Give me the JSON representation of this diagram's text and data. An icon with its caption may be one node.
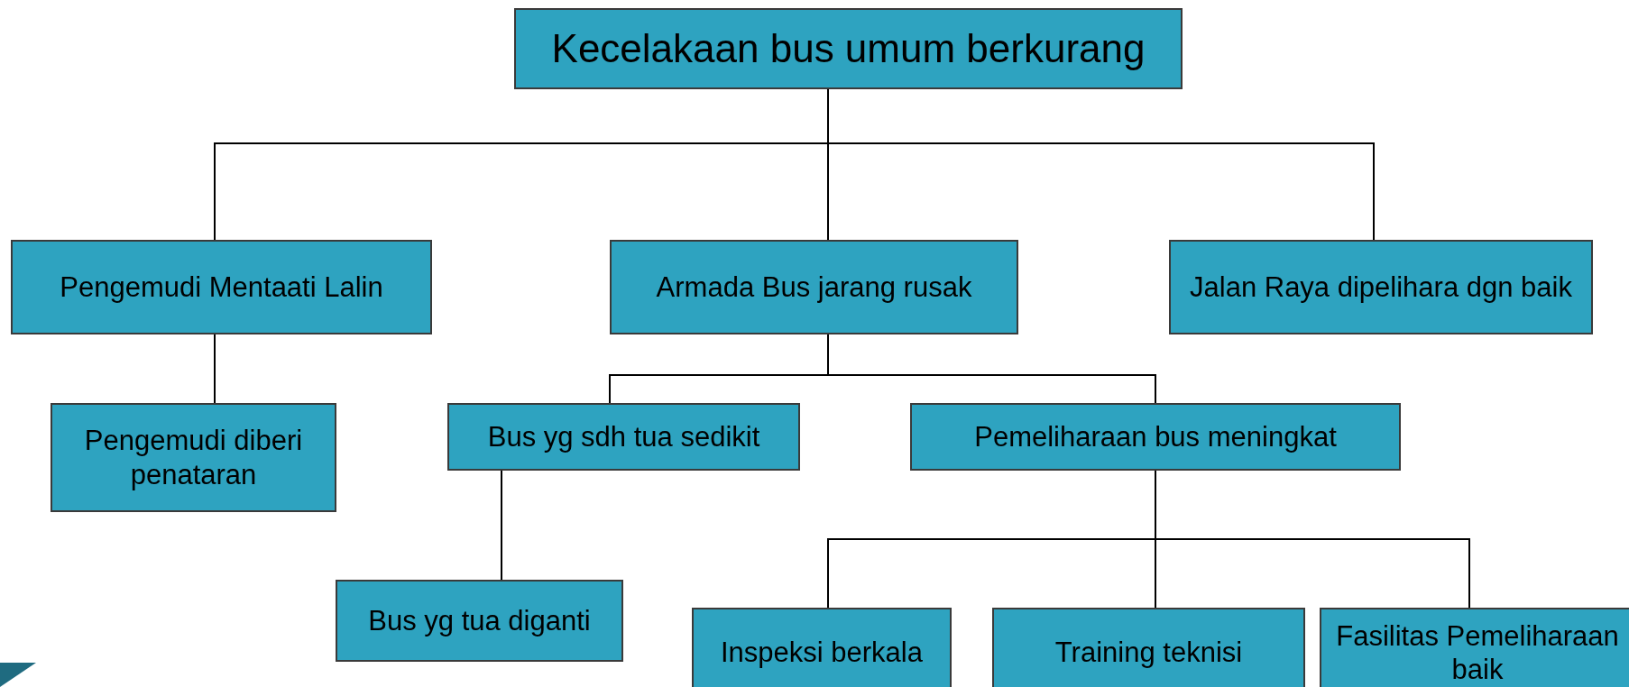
{
  "diagram": {
    "nodes": [
      {
        "text": [
          "Kecelakaan bus umum berkurang"
        ]
      },
      {
        "text": [
          "Pengemudi Mentaati Lalin"
        ]
      },
      {
        "text": [
          "Armada Bus jarang rusak"
        ]
      },
      {
        "text": [
          "Jalan Raya dipelihara dgn baik"
        ]
      },
      {
        "text": [
          "Pengemudi diberi penataran"
        ]
      },
      {
        "text": [
          "Bus yg sdh tua sedikit"
        ]
      },
      {
        "text": [
          "Pemeliharaan bus meningkat"
        ]
      },
      {
        "text": [
          "Bus yg tua diganti"
        ]
      },
      {
        "text": [
          "Inspeksi berkala"
        ]
      },
      {
        "text": [
          "Training teknisi"
        ]
      },
      {
        "text": [
          "Fasilitas Pemeliharaan baik"
        ]
      }
    ],
    "edges": [
      {
        "from": 0,
        "to": 1,
        "arrow": "none"
      },
      {
        "from": 0,
        "to": 2,
        "arrow": "none"
      },
      {
        "from": 0,
        "to": 3,
        "arrow": "none"
      },
      {
        "from": 1,
        "to": 4,
        "arrow": "none"
      },
      {
        "from": 2,
        "to": 5,
        "arrow": "none"
      },
      {
        "from": 2,
        "to": 6,
        "arrow": "none"
      },
      {
        "from": 5,
        "to": 7,
        "arrow": "none"
      },
      {
        "from": 6,
        "to": 8,
        "arrow": "none"
      },
      {
        "from": 6,
        "to": 9,
        "arrow": "none"
      },
      {
        "from": 6,
        "to": 10,
        "arrow": "none"
      }
    ]
  }
}
